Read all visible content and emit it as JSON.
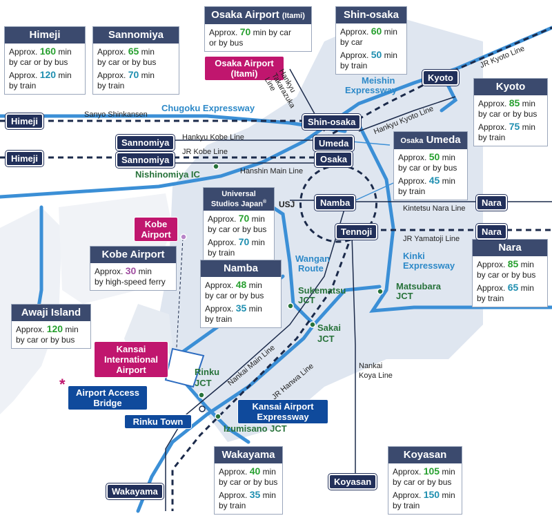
{
  "boxes": {
    "himeji": {
      "title": "Himeji",
      "l1": "Approx.",
      "v1": "160",
      "u1": " min",
      "s1": "by car or by bus",
      "l2": "Approx.",
      "v2": "120",
      "u2": " min",
      "s2": "by train"
    },
    "sannomiya": {
      "title": "Sannomiya",
      "l1": "Approx.",
      "v1": "65",
      "u1": " min",
      "s1": "by car or by bus",
      "l2": "Approx.",
      "v2": "70",
      "u2": " min",
      "s2": "by train"
    },
    "itami": {
      "title": "Osaka Airport",
      "title_small": "(Itami)",
      "l1": "Approx.",
      "v1": "70",
      "u1": " min by car",
      "s1": "or by bus"
    },
    "shinosaka": {
      "title": "Shin-osaka",
      "l1": "Approx.",
      "v1": "60",
      "u1": " min",
      "s1": "by car",
      "l2": "Approx.",
      "v2": "50",
      "u2": " min",
      "s2": "by train"
    },
    "kyoto": {
      "title": "Kyoto",
      "l1": "Approx.",
      "v1": "85",
      "u1": " min",
      "s1": "by car or by bus",
      "l2": "Approx.",
      "v2": "75",
      "u2": " min",
      "s2": "by train"
    },
    "umeda": {
      "title_small": "Osaka",
      "title": "Umeda",
      "l1": "Approx.",
      "v1": "50",
      "u1": " min",
      "s1": "by car or by bus",
      "l2": "Approx.",
      "v2": "45",
      "u2": " min",
      "s2": "by train"
    },
    "usj": {
      "title": "Universal",
      "title2": "Studios Japan",
      "reg": "®",
      "l1": "Approx.",
      "v1": "70",
      "u1": " min",
      "s1": "by car or by bus",
      "l2": "Approx.",
      "v2": "70",
      "u2": " min",
      "s2": "by train"
    },
    "kobe_airport": {
      "title": "Kobe Airport",
      "l1": "Approx.",
      "v1": "30",
      "u1": " min",
      "s1": "by high-speed ferry"
    },
    "namba": {
      "title": "Namba",
      "l1": "Approx.",
      "v1": "48",
      "u1": " min",
      "s1": "by car or by bus",
      "l2": "Approx.",
      "v2": "35",
      "u2": " min",
      "s2": "by train"
    },
    "nara": {
      "title": "Nara",
      "l1": "Approx.",
      "v1": "85",
      "u1": " min",
      "s1": "by car or by bus",
      "l2": "Approx.",
      "v2": "65",
      "u2": " min",
      "s2": "by train"
    },
    "awaji": {
      "title": "Awaji Island",
      "l1": "Approx.",
      "v1": "120",
      "u1": " min",
      "s1": "by car or by bus"
    },
    "wakayama": {
      "title": "Wakayama",
      "l1": "Approx.",
      "v1": "40",
      "u1": " min",
      "s1": "by car or by bus",
      "l2": "Approx.",
      "v2": "35",
      "u2": " min",
      "s2": "by train"
    },
    "koyasan": {
      "title": "Koyasan",
      "l1": "Approx.",
      "v1": "105",
      "u1": " min",
      "s1": "by car or by bus",
      "l2": "Approx.",
      "v2": "150",
      "u2": " min",
      "s2": "by train"
    }
  },
  "stations": {
    "himeji1": "Himeji",
    "himeji2": "Himeji",
    "sannomiya1": "Sannomiya",
    "sannomiya2": "Sannomiya",
    "shinosaka": "Shin-osaka",
    "umeda": "Umeda",
    "osaka": "Osaka",
    "namba": "Namba",
    "tennoji": "Tennoji",
    "kyoto": "Kyoto",
    "nara1": "Nara",
    "nara2": "Nara",
    "koyasan": "Koyasan",
    "wakayama": "Wakayama"
  },
  "lines": {
    "sanyo_shinkansen": "Sanyo Shinkansen",
    "hankyu_kobe": "Hankyu Kobe Line",
    "jr_kobe": "JR Kobe Line",
    "hanshin_main": "Hanshin Main Line",
    "hankyu_takarazuka": "Hankyu Takarazuka Line",
    "hankyu_kyoto": "Hankyu Kyoto Line",
    "jr_kyoto": "JR Kyoto Line",
    "kintetsu_nara": "Kintetsu Nara Line",
    "jr_yamatoji": "JR Yamatoji Line",
    "nankai_main": "Nankai Main Line",
    "jr_hanwa": "JR Hanwa Line",
    "nankai_koya1": "Nankai",
    "nankai_koya2": "Koya Line",
    "usj": "USJ"
  },
  "expressways": {
    "chugoku": "Chugoku Expressway",
    "meishin1": "Meishin",
    "meishin2": "Expressway",
    "wangan1": "Wangan",
    "wangan2": "Route",
    "kinki1": "Kinki",
    "kinki2": "Expressway"
  },
  "jcts": {
    "nishinomiya": "Nishinomiya IC",
    "sukematsu1": "Sukematsu",
    "sukematsu2": "JCT",
    "sakai1": "Sakai",
    "sakai2": "JCT",
    "matsubara1": "Matsubara",
    "matsubara2": "JCT",
    "rinku1": "Rinku",
    "rinku2": "JCT",
    "izumisano": "Izumisano JCT"
  },
  "places": {
    "itami1": "Osaka Airport",
    "itami2": "(Itami)",
    "kobe1": "Kobe",
    "kobe2": "Airport",
    "kix1": "Kansai",
    "kix2": "International",
    "kix3": "Airport",
    "bridge1": "Airport Access",
    "bridge2": "Bridge",
    "bridge_mark": "*",
    "rinku_town": "Rinku Town",
    "kae1": "Kansai Airport",
    "kae2": "Expressway"
  },
  "colors": {
    "expressway": "#3b8fd6",
    "land": "#dfe6f0",
    "heading": "#3b4a6e",
    "station": "#22305a",
    "car": "#28a030",
    "train": "#1f8fb0",
    "ferry": "#a04ea0",
    "airport": "#c0166e",
    "jct": "#27723a"
  }
}
